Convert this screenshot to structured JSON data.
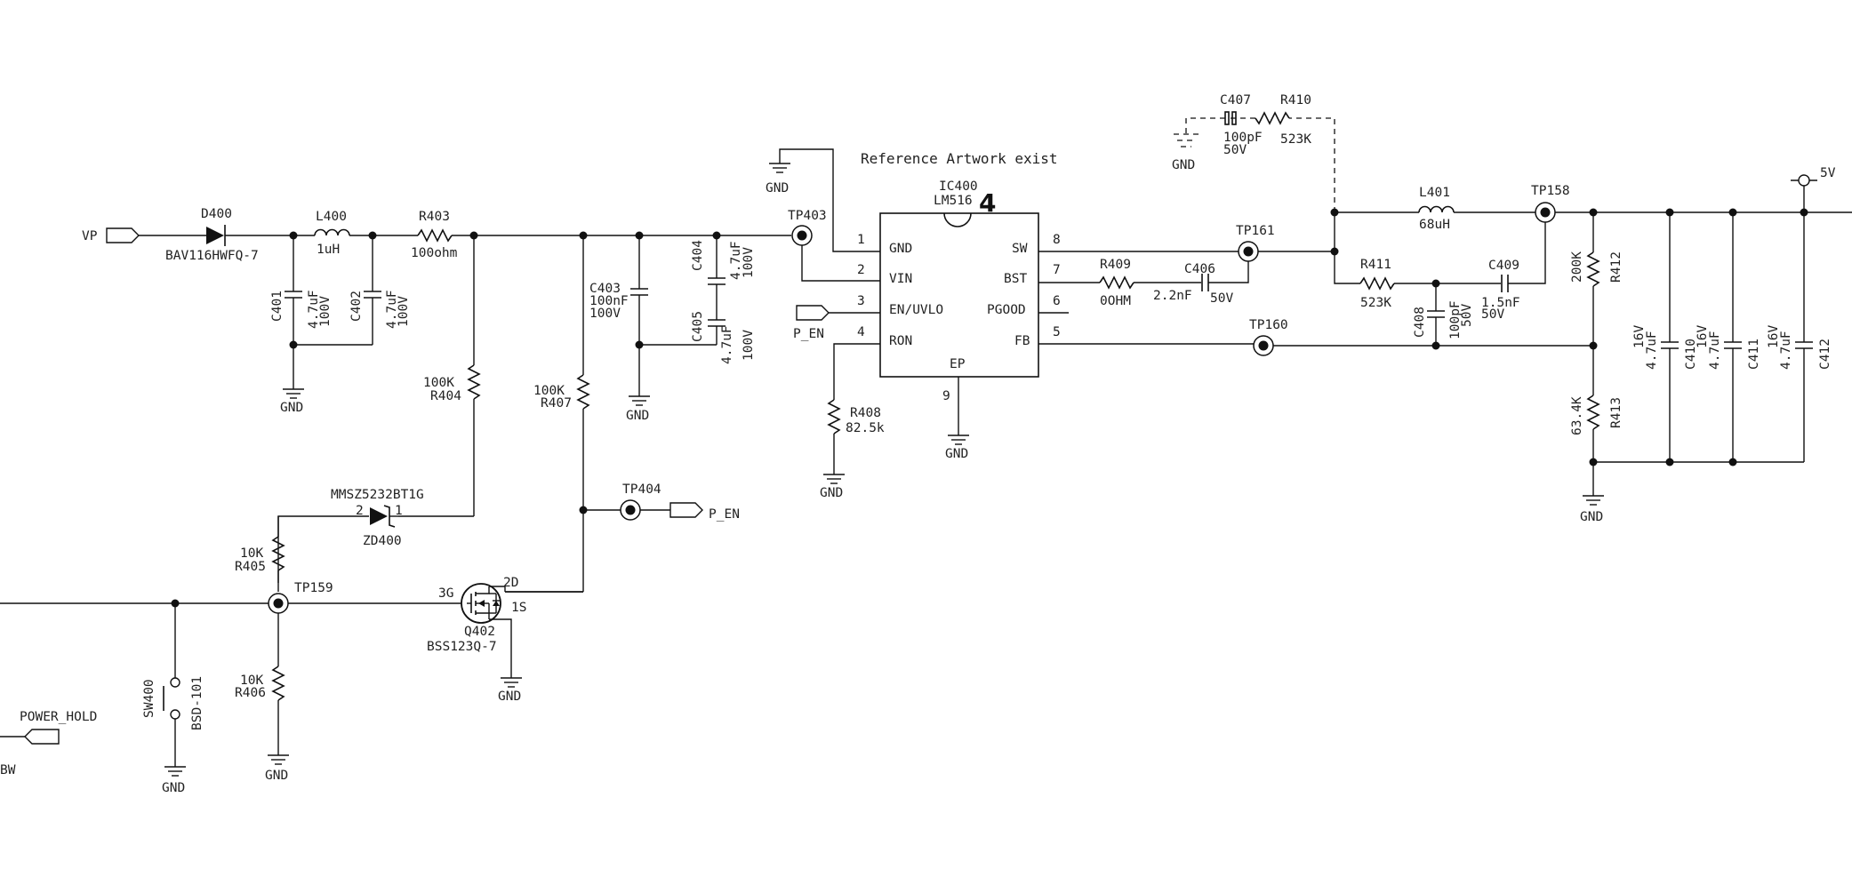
{
  "annotation": "Reference Artwork exist",
  "ic": {
    "ref": "IC400",
    "part": "LM516",
    "mark": "4",
    "pins": {
      "gnd": {
        "num": "1",
        "name": "GND"
      },
      "vin": {
        "num": "2",
        "name": "VIN"
      },
      "en": {
        "num": "3",
        "name": "EN/UVLO"
      },
      "ron": {
        "num": "4",
        "name": "RON"
      },
      "fb": {
        "num": "5",
        "name": "FB"
      },
      "pgood": {
        "num": "6",
        "name": "PGOOD"
      },
      "bst": {
        "num": "7",
        "name": "BST"
      },
      "sw": {
        "num": "8",
        "name": "SW"
      },
      "ep": {
        "num": "9",
        "name": "EP"
      }
    }
  },
  "nets": {
    "vp": "VP",
    "gnd": "GND",
    "p_en": "P_EN",
    "p5v": "5V",
    "power_hold": "POWER_HOLD",
    "bw": "BW"
  },
  "components": {
    "d400": {
      "ref": "D400",
      "value": "BAV116HWFQ-7"
    },
    "l400": {
      "ref": "L400",
      "value": "1uH"
    },
    "r403": {
      "ref": "R403",
      "value": "100ohm"
    },
    "c401": {
      "ref": "C401",
      "value1": "4.7uF",
      "value2": "100V"
    },
    "c402": {
      "ref": "C402",
      "value1": "4.7uF",
      "value2": "100V"
    },
    "r404": {
      "ref": "R404",
      "value": "100K"
    },
    "r407": {
      "ref": "R407",
      "value": "100K"
    },
    "c403": {
      "ref": "C403",
      "value1": "100nF",
      "value2": "100V"
    },
    "c404": {
      "ref": "C404",
      "value1": "4.7uF",
      "value2": "100V"
    },
    "c405": {
      "ref": "C405",
      "value1": "4.7uF",
      "value2": "100V"
    },
    "zd400": {
      "ref": "ZD400",
      "value": "MMSZ5232BT1G",
      "pin2": "2",
      "pin1": "1"
    },
    "r405": {
      "ref": "R405",
      "value": "10K"
    },
    "r406": {
      "ref": "R406",
      "value": "10K"
    },
    "q402": {
      "ref": "Q402",
      "value": "BSS123Q-7",
      "g": "3G",
      "d": "2D",
      "s": "1S"
    },
    "sw400": {
      "ref": "SW400",
      "value": "BSD-101"
    },
    "r408": {
      "ref": "R408",
      "value": "82.5k"
    },
    "r409": {
      "ref": "R409",
      "value": "0OHM"
    },
    "c406": {
      "ref": "C406",
      "value1": "2.2nF",
      "value2": "50V"
    },
    "c407": {
      "ref": "C407",
      "value1": "100pF",
      "value2": "50V"
    },
    "r410": {
      "ref": "R410",
      "value": "523K"
    },
    "l401": {
      "ref": "L401",
      "value": "68uH"
    },
    "r411": {
      "ref": "R411",
      "value": "523K"
    },
    "c408": {
      "ref": "C408",
      "value1": "100pF",
      "value2": "50V"
    },
    "c409": {
      "ref": "C409",
      "value1": "1.5nF",
      "value2": "50V"
    },
    "r412": {
      "ref": "R412",
      "value": "200K"
    },
    "r413": {
      "ref": "R413",
      "value": "63.4K"
    },
    "c410": {
      "ref": "C410",
      "value1": "4.7uF",
      "value2": "16V"
    },
    "c411": {
      "ref": "C411",
      "value1": "4.7uF",
      "value2": "16V"
    },
    "c412": {
      "ref": "C412",
      "value1": "4.7uF",
      "value2": "16V"
    }
  },
  "testpoints": {
    "tp403": "TP403",
    "tp161": "TP161",
    "tp160": "TP160",
    "tp158": "TP158",
    "tp404": "TP404",
    "tp159": "TP159"
  }
}
